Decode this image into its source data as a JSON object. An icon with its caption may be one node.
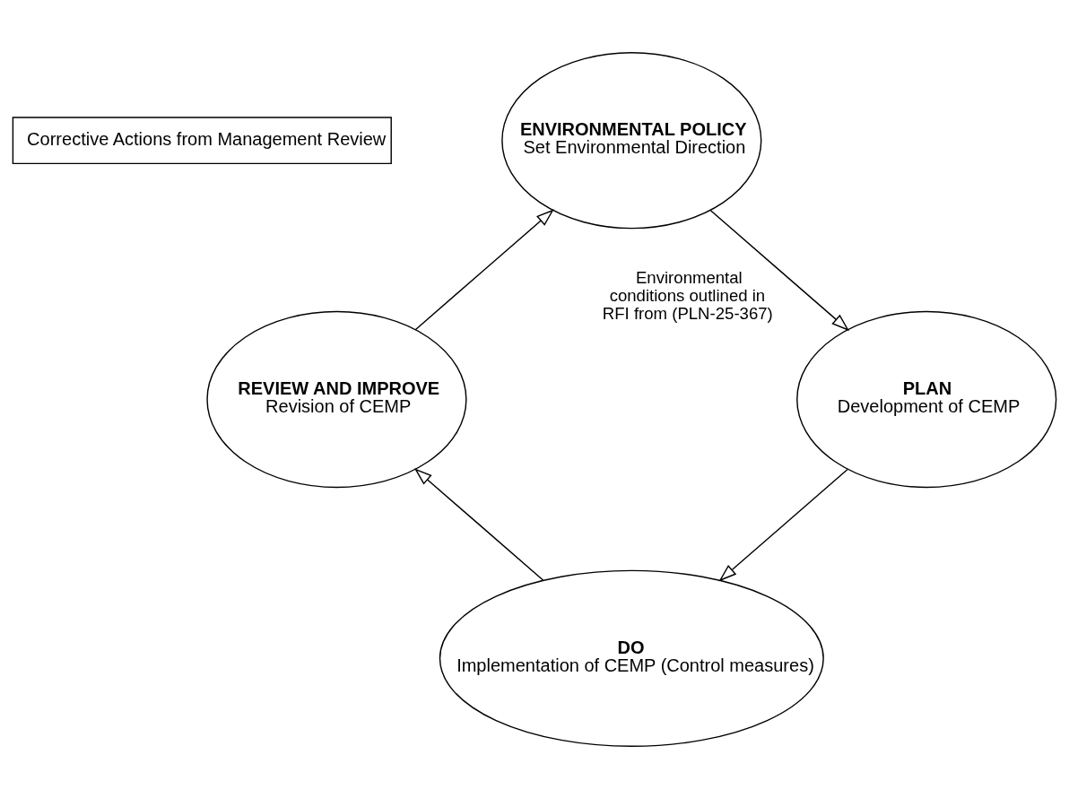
{
  "diagram": {
    "nodes": [
      {
        "text": [
          "ENVIRONMENTAL POLICY",
          "Set Environmental Direction"
        ]
      },
      {
        "text": [
          "PLAN",
          "Development of CEMP"
        ]
      },
      {
        "text": [
          "DO",
          "Implementation of CEMP (Control measures)"
        ]
      },
      {
        "text": [
          "REVIEW AND IMPROVE",
          "Revision of CEMP"
        ]
      },
      {
        "text": [
          "Corrective Actions from Management Review"
        ]
      }
    ],
    "edges": [
      {
        "from": 0,
        "to": 1,
        "arrow": "to",
        "label": "Environmental conditions outlined in RFI from (PLN-25-367)"
      },
      {
        "from": 1,
        "to": 2,
        "arrow": "to"
      },
      {
        "from": 2,
        "to": 3,
        "arrow": "to"
      },
      {
        "from": 3,
        "to": 0,
        "arrow": "to"
      }
    ]
  }
}
